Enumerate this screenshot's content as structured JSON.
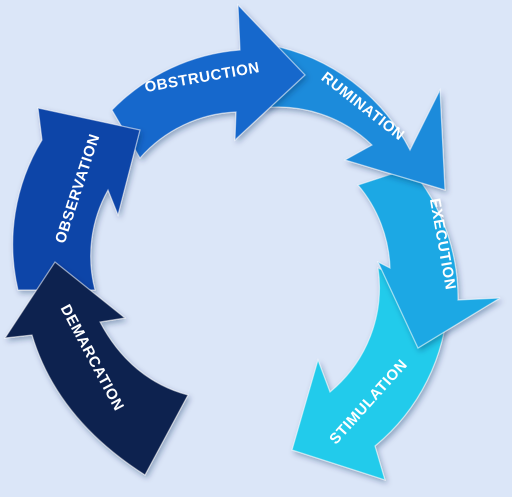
{
  "diagram": {
    "background": "#dbe6f8",
    "steps": [
      {
        "label": "DEMARCATION",
        "color": "#0b2150",
        "color_dark": "#071637"
      },
      {
        "label": "OBSERVATION",
        "color": "#0f45a8",
        "color_dark": "#0a3584"
      },
      {
        "label": "OBSTRUCTION",
        "color": "#1767cc",
        "color_dark": "#1154ad"
      },
      {
        "label": "RUMINATION",
        "color": "#1f8bdb",
        "color_dark": "#1874bd"
      },
      {
        "label": "EXECUTION",
        "color": "#1ea8e4",
        "color_dark": "#168fc6"
      },
      {
        "label": "STIMULATION",
        "color": "#24cbeb",
        "color_dark": "#19afd0"
      }
    ]
  }
}
